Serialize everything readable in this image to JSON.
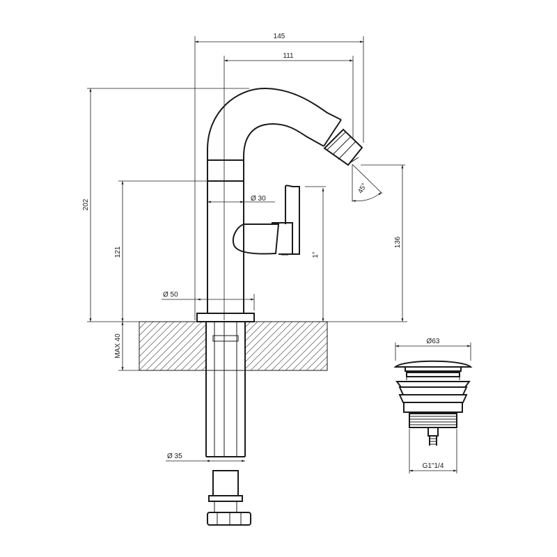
{
  "dimensions": {
    "total_reach": "145",
    "spout_reach": "111",
    "total_height": "202",
    "body_height": "121",
    "outlet_height": "136",
    "body_diameter": "Ø 30",
    "base_diameter": "Ø 50",
    "deck_thickness": "MAX 40",
    "shank_diameter": "Ø 35",
    "spout_angle": "45°",
    "lever_angle": "1°"
  },
  "waste": {
    "cap_diameter": "Ø63",
    "thread": "G1\"1/4"
  }
}
